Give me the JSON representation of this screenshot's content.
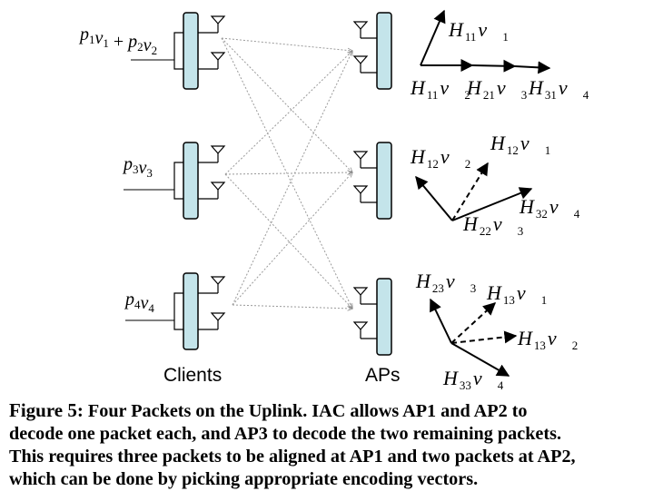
{
  "figure": {
    "client_label": "Clients",
    "ap_label": "APs",
    "client_signals": [
      {
        "tokens": [
          {
            "c": "p",
            "s": "1"
          },
          {
            "c": "v",
            "s": "1",
            "vec": true
          },
          {
            "c": " + "
          },
          {
            "c": "p",
            "s": "2"
          },
          {
            "c": "v",
            "s": "2",
            "vec": true
          }
        ]
      },
      {
        "tokens": [
          {
            "c": "p",
            "s": "3"
          },
          {
            "c": "v",
            "s": "3",
            "vec": true
          }
        ]
      },
      {
        "tokens": [
          {
            "c": "p",
            "s": "4"
          },
          {
            "c": "v",
            "s": "4",
            "vec": true
          }
        ]
      }
    ],
    "vector_labels": [
      {
        "h": "11",
        "v": "1"
      },
      {
        "h": "11",
        "v": "2"
      },
      {
        "h": "21",
        "v": "3"
      },
      {
        "h": "31",
        "v": "4"
      },
      {
        "h": "12",
        "v": "2"
      },
      {
        "h": "12",
        "v": "1"
      },
      {
        "h": "32",
        "v": "4"
      },
      {
        "h": "22",
        "v": "3"
      },
      {
        "h": "23",
        "v": "3"
      },
      {
        "h": "13",
        "v": "1"
      },
      {
        "h": "13",
        "v": "2"
      },
      {
        "h": "33",
        "v": "4"
      }
    ]
  },
  "caption": {
    "label": "Figure 5:",
    "lines": [
      "Four Packets on the Uplink.  IAC allows AP1 and AP2 to",
      "decode one packet each, and AP3 to decode the two remaining packets.",
      "This requires three packets to be aligned at AP1 and two packets at AP2,",
      "which can be done by picking appropriate encoding vectors."
    ]
  }
}
